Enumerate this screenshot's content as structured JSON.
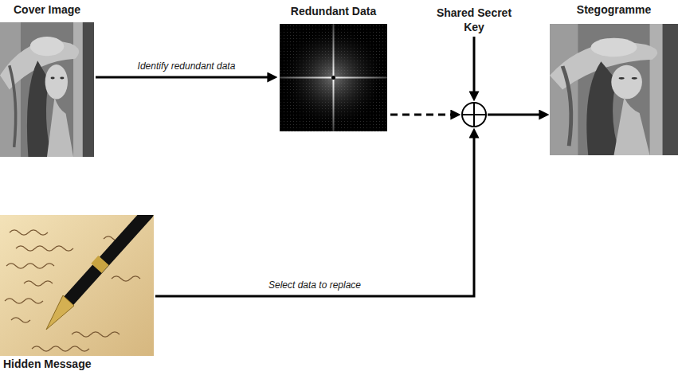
{
  "diagram": {
    "nodes": [
      {
        "text": [
          "Cover Image"
        ]
      },
      {
        "text": [
          "Redundant Data"
        ]
      },
      {
        "text": [
          "Shared Secret Key"
        ]
      },
      {
        "text": []
      },
      {
        "text": [
          "Stegogramme"
        ]
      },
      {
        "text": [
          "Hidden Message"
        ]
      }
    ],
    "edges": [
      {
        "from": 0,
        "to": 1,
        "arrow": "to",
        "label": "Identify redundant data"
      },
      {
        "from": 1,
        "to": 3,
        "arrow": "to"
      },
      {
        "from": 2,
        "to": 3,
        "arrow": "to"
      },
      {
        "from": 3,
        "to": 4,
        "arrow": "to"
      },
      {
        "from": 5,
        "to": 3,
        "arrow": "to",
        "label": "Select data to replace"
      }
    ]
  }
}
